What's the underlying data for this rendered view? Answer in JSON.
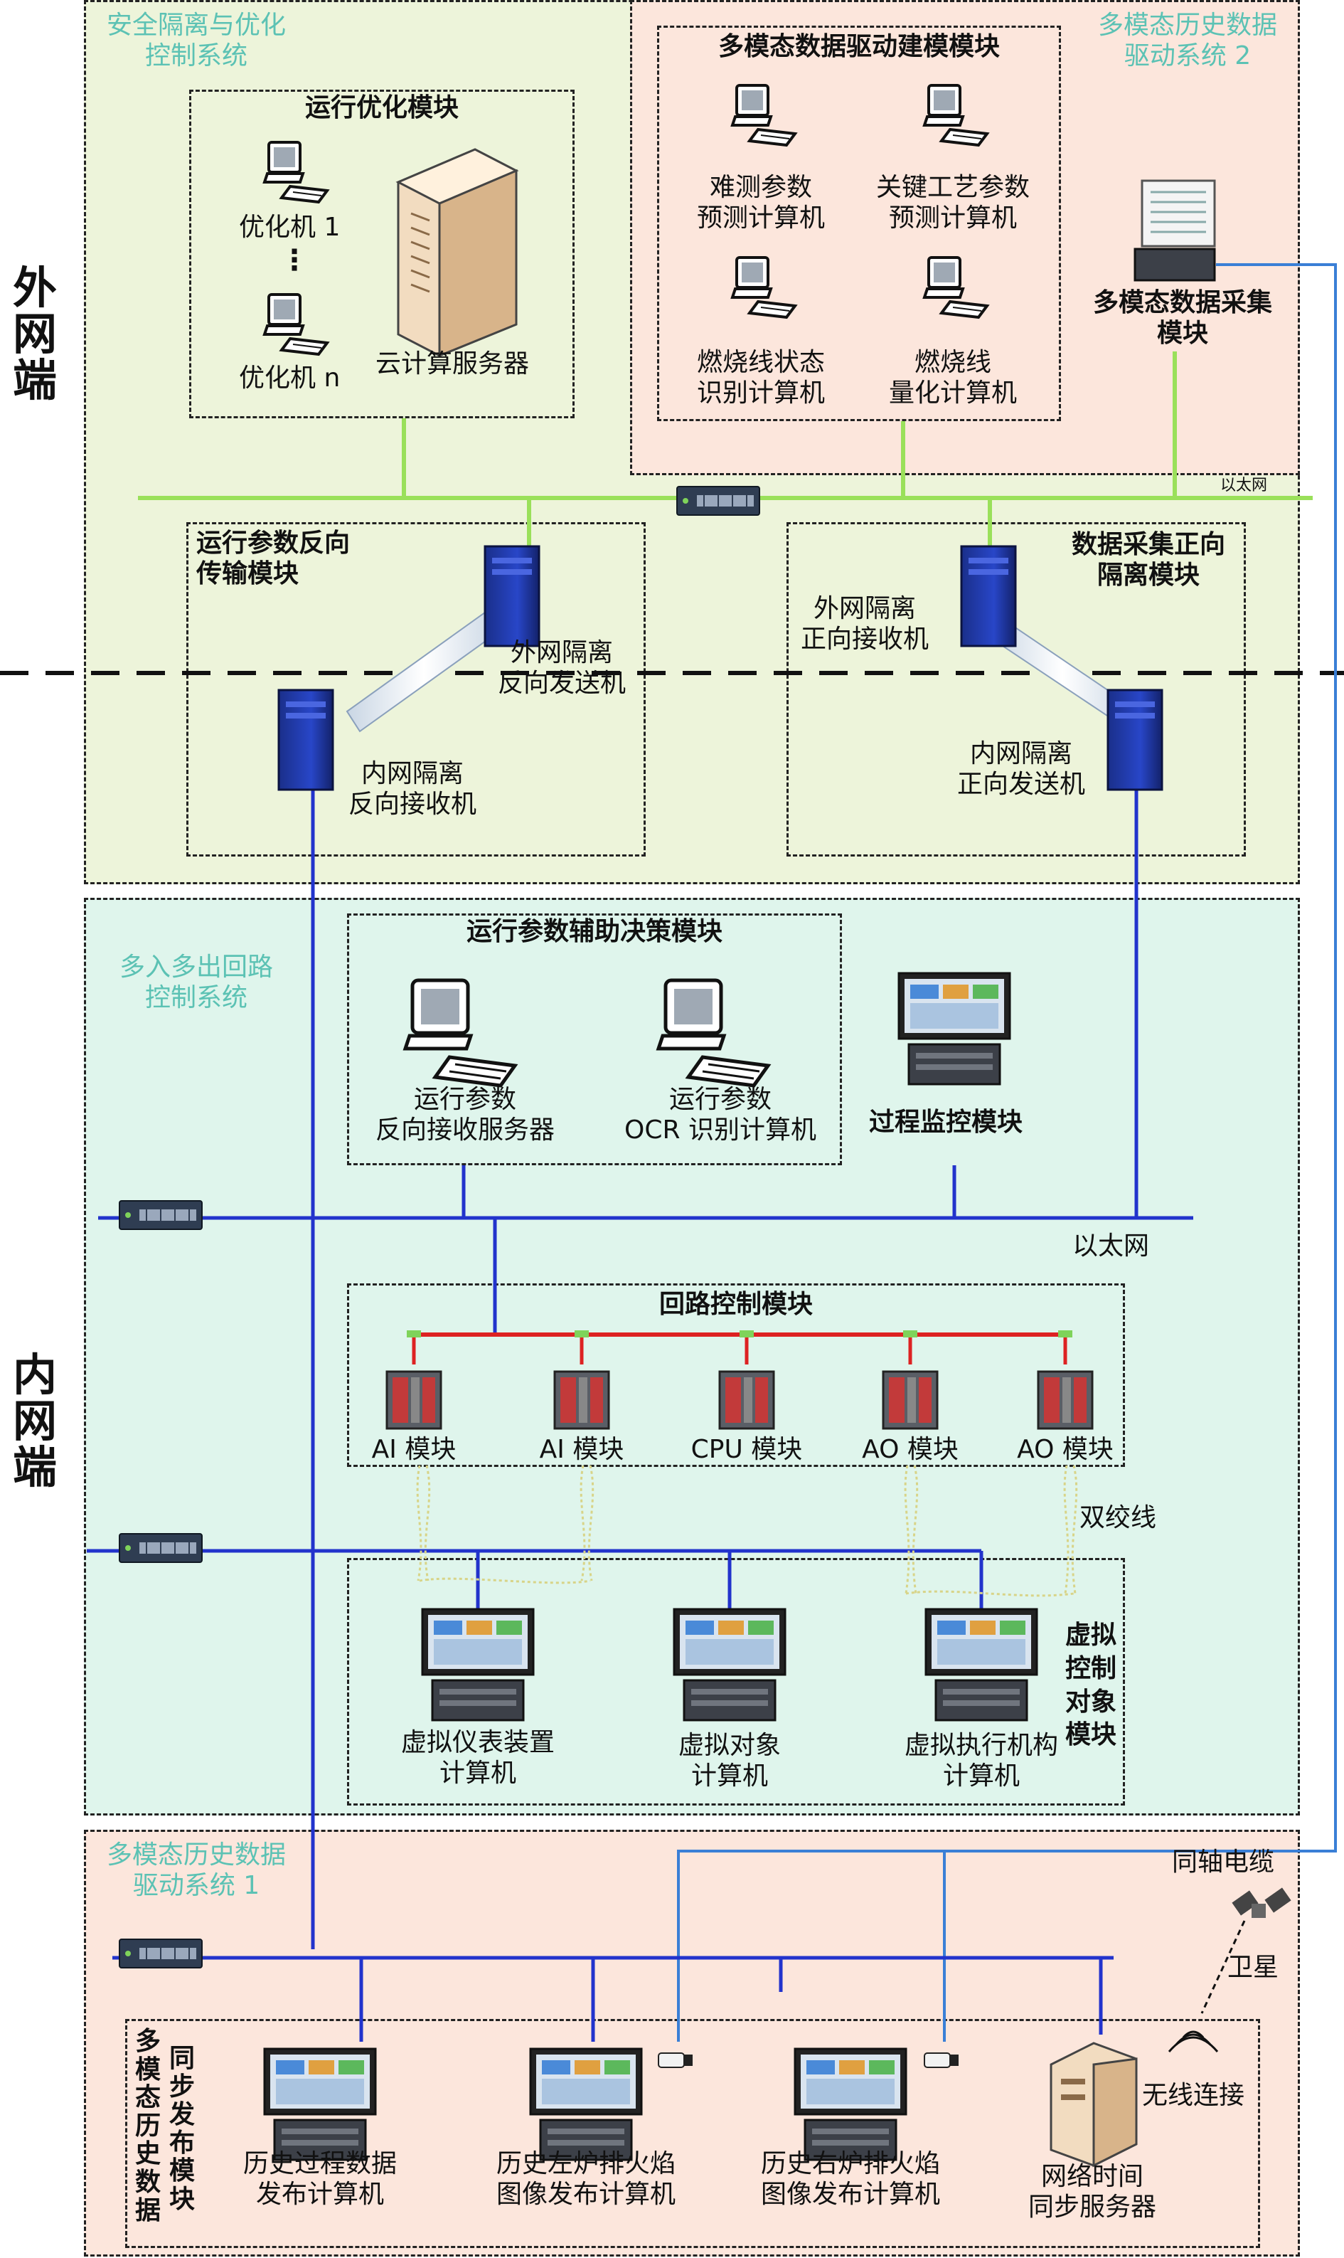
{
  "side_labels": {
    "outer": "外网端",
    "inner": "内网端"
  },
  "systems": {
    "security": "安全隔离与优化\n控制系统",
    "history2": "多模态历史数据\n驱动系统 2",
    "mimo": "多入多出回路\n控制系统",
    "history1": "多模态历史数据\n驱动系统 1"
  },
  "modules": {
    "opt": "运行优化模块",
    "multimodal": "多模态数据驱动建模模块",
    "reverse": "运行参数反向\n传输模块",
    "forward": "数据采集正向\n隔离模块",
    "aux": "运行参数辅助决策模块",
    "monitor": "过程监控模块",
    "loop": "回路控制模块",
    "virtual": "虚拟\n控制\n对象\n模块",
    "sync_a": "多\n模\n态\n历\n史\n数\n据",
    "sync_b": "同\n步\n发\n布\n模\n块",
    "acquisition": "多模态数据采集\n模块"
  },
  "devices": {
    "opt1": "优化机 1",
    "dots": "⋮",
    "optn": "优化机 n",
    "cloud": "云计算服务器",
    "pc_hard": "难测参数\n预测计算机",
    "pc_key": "关键工艺参数\n预测计算机",
    "pc_state": "燃烧线状态\n识别计算机",
    "pc_quant": "燃烧线\n量化计算机",
    "ext_send": "外网隔离\n反向发送机",
    "int_recv": "内网隔离\n反向接收机",
    "ext_recv": "外网隔离\n正向接收机",
    "int_send": "内网隔离\n正向发送机",
    "aux_srv": "运行参数\n反向接收服务器",
    "aux_ocr": "运行参数\nOCR 识别计算机",
    "ai1": "AI 模块",
    "ai2": "AI 模块",
    "cpu": "CPU 模块",
    "ao1": "AO 模块",
    "ao2": "AO 模块",
    "v_meter": "虚拟仪表装置\n计算机",
    "v_obj": "虚拟对象\n计算机",
    "v_act": "虚拟执行机构\n计算机",
    "h_proc": "历史过程数据\n发布计算机",
    "h_left": "历史左炉排火焰\n图像发布计算机",
    "h_right": "历史右炉排火焰\n图像发布计算机",
    "ntp": "网络时间\n同步服务器"
  },
  "links": {
    "eth_top": "以太网",
    "eth_mid": "以太网",
    "twisted": "双绞线",
    "coax": "同轴电缆",
    "satellite": "卫星",
    "wireless": "无线连接"
  },
  "colors": {
    "outer_bg": "#edf4da",
    "history_bg": "#fce6dc",
    "inner_bg": "#dff5ec",
    "title_teal": "#5cc2b4",
    "eth_green": "#9ae05a",
    "blue_line": "#2233cc",
    "red_bus": "#dd2222",
    "coax_blue": "#3a7fd6"
  }
}
